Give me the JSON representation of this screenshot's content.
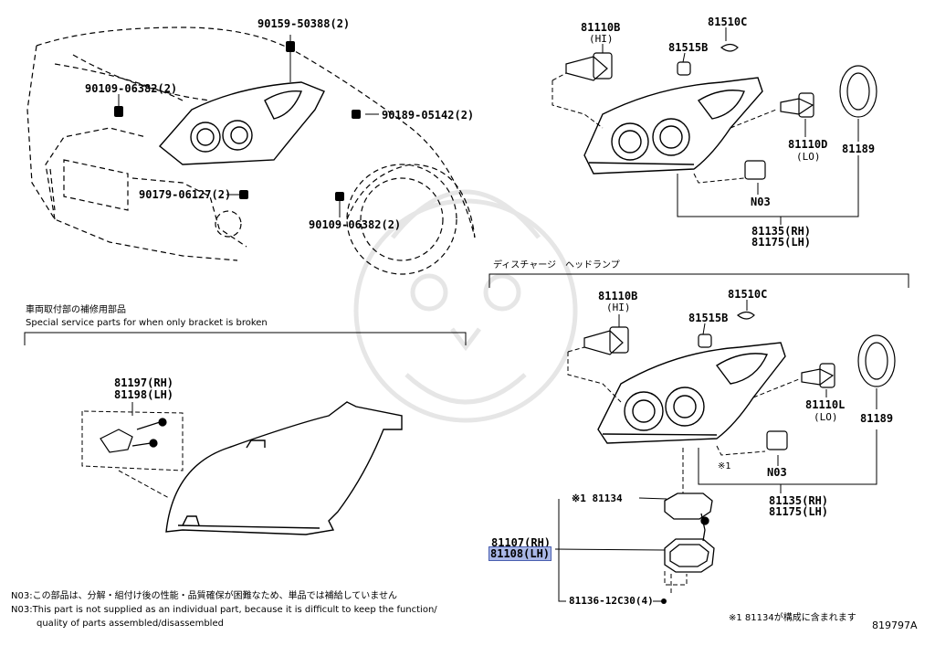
{
  "overview": {
    "callouts": [
      "90159-50388(2)",
      "90109-06382(2)",
      "90189-05142(2)",
      "90179-06127(2)",
      "90109-06382(2)"
    ]
  },
  "top_assembly": {
    "bulb_hi": {
      "part": "81110B",
      "tag": "(HI)"
    },
    "cap": "81510C",
    "socket": "81515B",
    "bulb_lo": {
      "part": "81110D",
      "tag": "(LO)"
    },
    "cover": "81189",
    "actuator": "N03",
    "housing_rh": "81135(RH)",
    "housing_lh": "81175(LH)"
  },
  "discharge": {
    "section_title": "ディスチャージ　ヘッドランプ",
    "bulb_hi": {
      "part": "81110B",
      "tag": "(HI)"
    },
    "cap": "81510C",
    "socket": "81515B",
    "bulb_lo": {
      "part": "81110L",
      "tag": "(LO)"
    },
    "cover": "81189",
    "star_mark": "※1",
    "actuator": "N03",
    "housing_rh": "81135(RH)",
    "housing_lh": "81175(LH)",
    "gasket": "※1 81134",
    "ballast_rh": "81107(RH)",
    "ballast_lh": "81108(LH)",
    "screw": "81136-12C30(4)",
    "footnote": "※1 81134が構成に含まれます"
  },
  "bracket_section": {
    "title_jp": "車両取付部の補修用部品",
    "title_en": "Special service parts for when only bracket is broken",
    "part_rh": "81197(RH)",
    "part_lh": "81198(LH)"
  },
  "notes": {
    "n03_jp": "N03:この部品は、分解・組付け後の性能・品質確保が困難なため、単品では補給していません",
    "n03_en_1": "N03:This part is not supplied as an individual part, because it is difficult to keep the function/",
    "n03_en_2": "quality of parts assembled/disassembled"
  },
  "diagram_id": "819797A"
}
